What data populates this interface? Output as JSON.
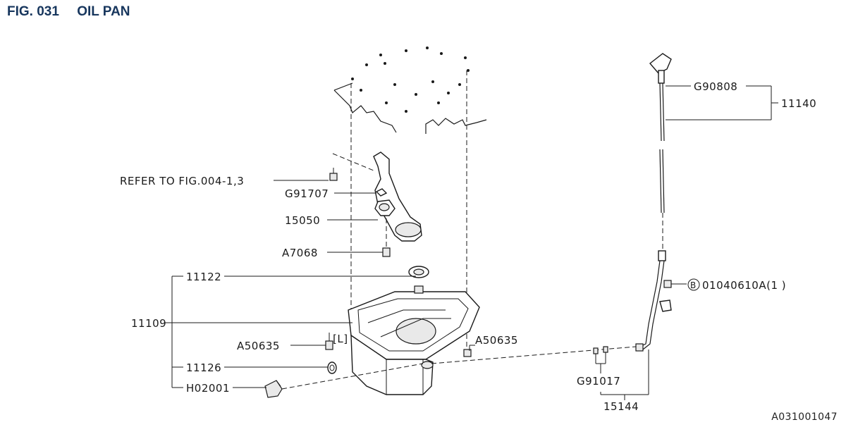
{
  "figure": {
    "number": "FIG. 031",
    "title": "OIL PAN"
  },
  "callouts": {
    "refer": "REFER TO FIG.004-1,3",
    "g91707": "G91707",
    "p15050": "15050",
    "a7068": "A7068",
    "p11122": "11122",
    "p11109": "11109",
    "a50635_left": "A50635",
    "p11126": "11126",
    "h02001": "H02001",
    "a50635_right": "A50635",
    "g90808": "G90808",
    "p11140": "11140",
    "bolt_circle": "B",
    "bolt_code": "01040610A(1  )",
    "g91017": "G91017",
    "p15144": "15144",
    "bracket_mark": "[L]"
  },
  "drawing_code": "A031001047"
}
